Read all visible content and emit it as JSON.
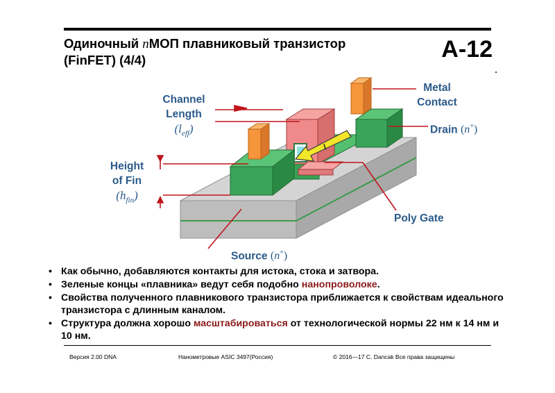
{
  "slide": {
    "title_line1_before": "Одиночный ",
    "title_line1_italic": "n",
    "title_line1_after": "МОП плавниковый транзистор",
    "title_line2": "(FinFET) (4/4)",
    "id": "A-12"
  },
  "diagram": {
    "channel_length": {
      "line1": "Channel",
      "line2": "Length",
      "symbol": "l",
      "subscript": "eff"
    },
    "height_of_fin": {
      "line1": "Height",
      "line2": "of Fin",
      "symbol": "h",
      "subscript": "fin"
    },
    "metal_contact": {
      "line1": "Metal",
      "line2": "Contact"
    },
    "drain": {
      "label": "Drain",
      "type": "n",
      "sup": "+"
    },
    "source": {
      "label": "Source",
      "type": "n",
      "sup": "+"
    },
    "poly_gate": "Poly Gate",
    "current": "I"
  },
  "bullets": [
    {
      "text": "Как обычно, добавляются контакты для истока, стока и затвора."
    },
    {
      "before": "Зеленые концы «плавника» ведут себя подобно ",
      "highlight": "нанопроволоке",
      "after": "."
    },
    {
      "text": "Свойства полученного плавникового транзистора приближается к свойствам идеального транзистора с длинным каналом."
    },
    {
      "before": "Структура должна хорошо ",
      "highlight": "масштабироваться",
      "after": " от технологической нормы 22 нм к 14 нм и 10 нм."
    }
  ],
  "footer": {
    "version": "Версия 2.00 DNA",
    "course": "Нанометровые ASIC 3497(Россия)",
    "copyright": "© 2016—17 C. Dancak  Все права защищены"
  },
  "colors": {
    "label_blue": "#2b5a8a",
    "highlight_red": "#8b1a1a",
    "fin_green": "#3aa55a",
    "gate_pink": "#f08a8a",
    "contact_orange": "#f6953b",
    "substrate_gray": "#bdbdbd",
    "arrow_yellow": "#f2e62a",
    "pointer_red": "#c0141c"
  }
}
